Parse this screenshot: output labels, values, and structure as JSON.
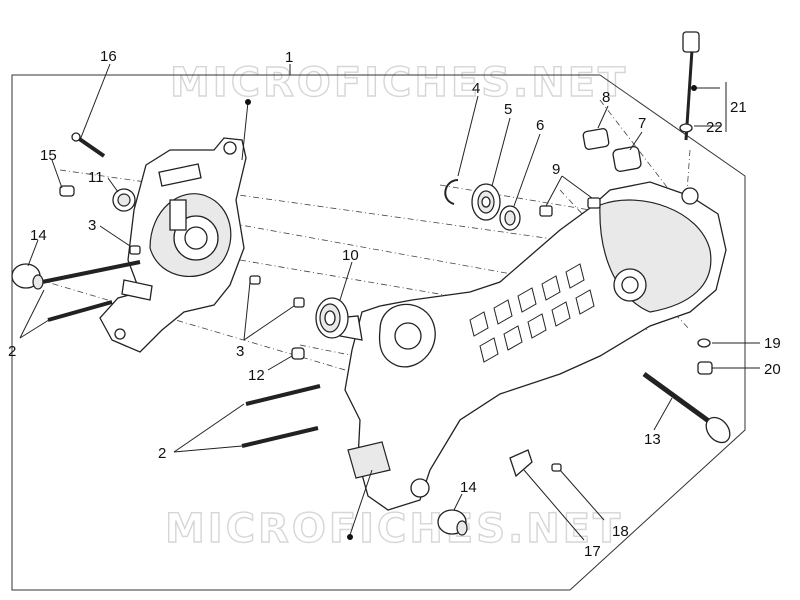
{
  "watermark": "MICROFICHES.NET",
  "callouts": [
    {
      "key": "c1",
      "text": "1"
    },
    {
      "key": "c2a",
      "text": "2"
    },
    {
      "key": "c2b",
      "text": "2"
    },
    {
      "key": "c3a",
      "text": "3"
    },
    {
      "key": "c3b",
      "text": "3"
    },
    {
      "key": "c4",
      "text": "4"
    },
    {
      "key": "c5",
      "text": "5"
    },
    {
      "key": "c6",
      "text": "6"
    },
    {
      "key": "c7",
      "text": "7"
    },
    {
      "key": "c8",
      "text": "8"
    },
    {
      "key": "c9",
      "text": "9"
    },
    {
      "key": "c10",
      "text": "10"
    },
    {
      "key": "c11",
      "text": "11"
    },
    {
      "key": "c12",
      "text": "12"
    },
    {
      "key": "c13",
      "text": "13"
    },
    {
      "key": "c14a",
      "text": "14"
    },
    {
      "key": "c14b",
      "text": "14"
    },
    {
      "key": "c15",
      "text": "15"
    },
    {
      "key": "c16",
      "text": "16"
    },
    {
      "key": "c17",
      "text": "17"
    },
    {
      "key": "c18",
      "text": "18"
    },
    {
      "key": "c19",
      "text": "19"
    },
    {
      "key": "c20",
      "text": "20"
    },
    {
      "key": "c21",
      "text": "21"
    },
    {
      "key": "c22",
      "text": "22"
    }
  ]
}
